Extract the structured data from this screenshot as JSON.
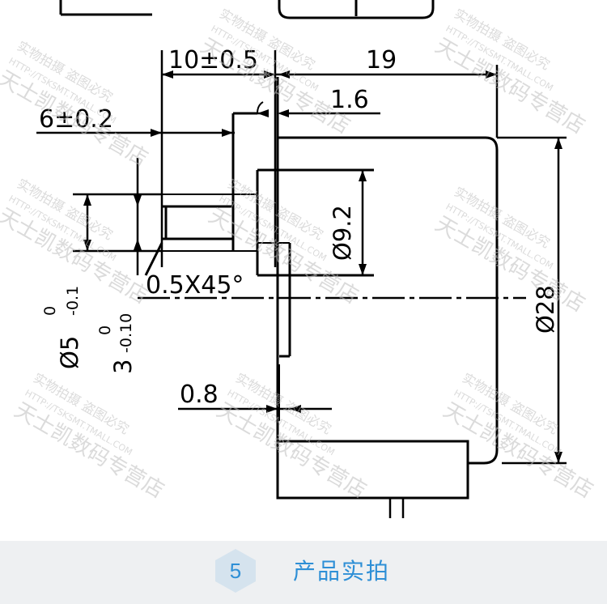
{
  "dimensions": {
    "d1": "10±0.5",
    "d2": "19",
    "d3": "1.6",
    "d4": "6±0.2",
    "d5": "Ø9.2",
    "d6": "0.5X45°",
    "d7": "Ø28",
    "d8": "0.8",
    "d9": "Ø5",
    "d9_tol_upper": "0",
    "d9_tol_lower": "-0.1",
    "d10": "3",
    "d10_tol_upper": "0",
    "d10_tol_lower": "-0.10"
  },
  "watermark": {
    "line1": "实物拍摄 盗图必究",
    "line2": "HTTP://TSKSMT.TMALL.COM",
    "line3": "天士凯数码专营店"
  },
  "footer": {
    "number": "5",
    "title": "产品实拍"
  },
  "colors": {
    "accent": "#2e8fd6",
    "footer_bg": "#eef0f2"
  }
}
